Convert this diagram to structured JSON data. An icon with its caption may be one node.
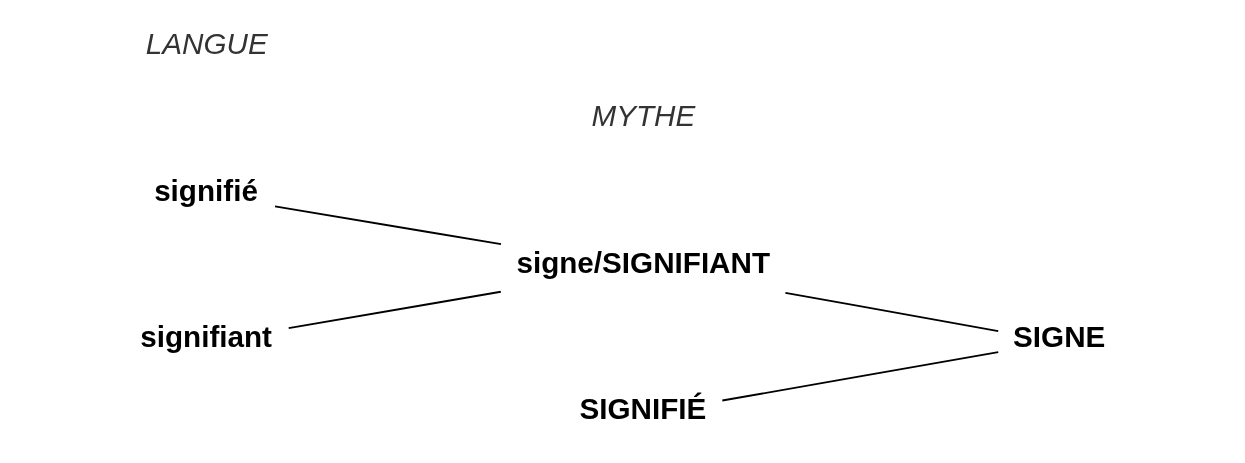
{
  "diagram": {
    "nodes": [
      {
        "text": [
          "signifié"
        ]
      },
      {
        "text": [
          "signifiant"
        ]
      },
      {
        "text": [
          "signe/SIGNIFIANT"
        ]
      },
      {
        "text": [
          "SIGNIFIÉ"
        ]
      },
      {
        "text": [
          "SIGNE"
        ]
      }
    ],
    "edges": [
      {
        "from": 0,
        "to": 2,
        "arrow": "none"
      },
      {
        "from": 1,
        "to": 2,
        "arrow": "none"
      },
      {
        "from": 2,
        "to": 4,
        "arrow": "none"
      },
      {
        "from": 3,
        "to": 4,
        "arrow": "none"
      }
    ],
    "labels": [
      "LANGUE",
      "MYTHE"
    ]
  }
}
